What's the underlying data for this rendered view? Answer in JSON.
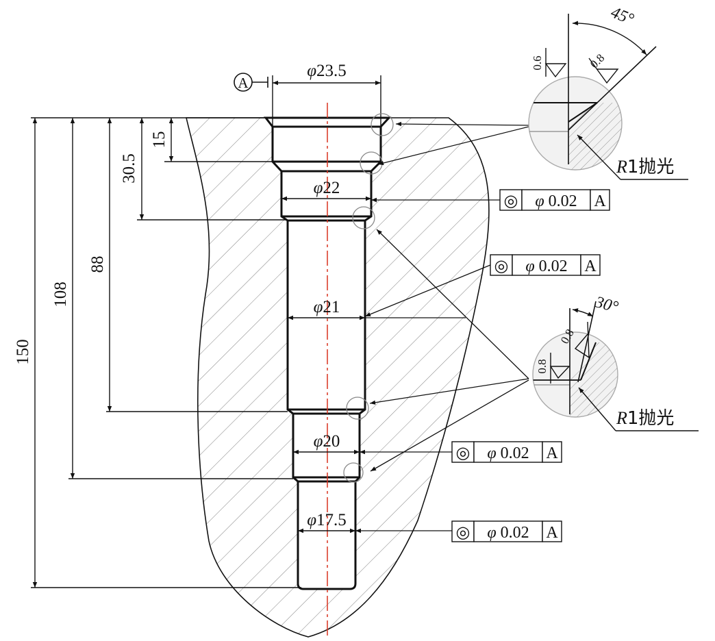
{
  "datum": {
    "letter": "A"
  },
  "diameters": {
    "d235": {
      "symbol": "φ",
      "value": "23.5"
    },
    "d22": {
      "symbol": "φ",
      "value": "22"
    },
    "d21": {
      "symbol": "φ",
      "value": "21"
    },
    "d20": {
      "symbol": "φ",
      "value": "20"
    },
    "d175": {
      "symbol": "φ",
      "value": "17.5"
    }
  },
  "depths": {
    "d15": "15",
    "d305": "30.5",
    "d88": "88",
    "d108": "108",
    "d150": "150"
  },
  "tolerance": {
    "symbol": "◎",
    "phi": "φ",
    "value": "0.02",
    "datum": "A"
  },
  "detail_top": {
    "angle": "45°",
    "roughness_left": "0.6",
    "roughness_right": "0.8",
    "radius": "R",
    "radius_rest": "1抛光"
  },
  "detail_mid": {
    "angle": "30°",
    "roughness_left": "0.8",
    "roughness_right": "0.8",
    "radius": "R",
    "radius_rest": "1抛光"
  },
  "colors": {
    "outline": "#111111",
    "hatch": "#8a8a8a",
    "centerline": "#d9321f",
    "detail_fill": "#f2f2f2"
  }
}
